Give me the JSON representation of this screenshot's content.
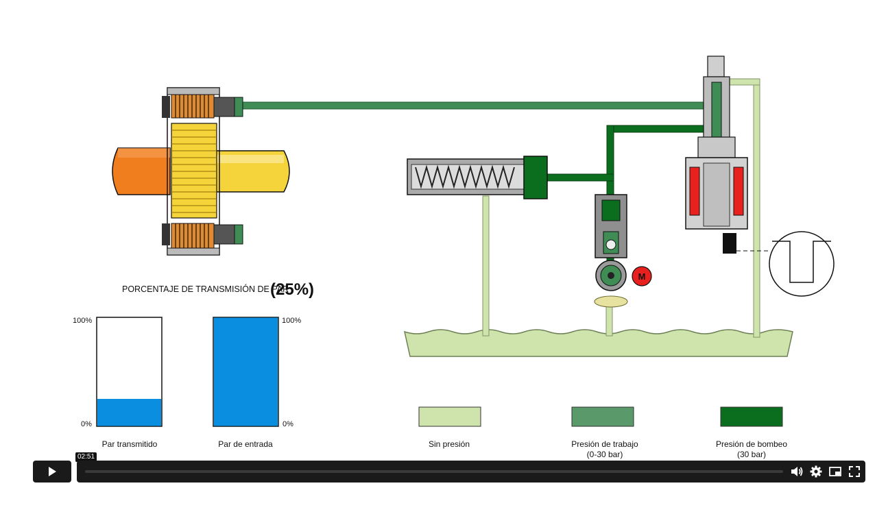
{
  "torque": {
    "heading": "PORCENTAJE DE TRANSMISIÓN DE PAR",
    "percent_label": "(25%)",
    "transmitted_fraction": 0.25,
    "input_fraction": 1.0
  },
  "bars": {
    "left": {
      "top_label": "100%",
      "bottom_label": "0%",
      "caption": "Par transmitido"
    },
    "right": {
      "top_label": "100%",
      "bottom_label": "0%",
      "caption": "Par de entrada"
    }
  },
  "legend": [
    {
      "label": "Sin presión",
      "sublabel": "",
      "color": "#cfe3ad"
    },
    {
      "label": "Presión de trabajo",
      "sublabel": "(0-30 bar)",
      "color": "#5a9a6a"
    },
    {
      "label": "Presión de bombeo",
      "sublabel": "(30 bar)",
      "color": "#0b6e1e"
    }
  ],
  "diagram": {
    "motor_label": "M"
  },
  "colors": {
    "no_pressure": "#cfe3ad",
    "working_pressure": "#3f8d55",
    "pump_pressure": "#0b6e1e",
    "bar_blue": "#0a8fe0",
    "clutch_yellow": "#f5d33a",
    "shaft_orange": "#f07d1e",
    "coil_red": "#e8211e"
  },
  "player": {
    "current_time": "02:51",
    "progress_fraction": 0.0,
    "icons": [
      "play-icon",
      "volume-icon",
      "settings-icon",
      "pip-icon",
      "fullscreen-icon"
    ]
  }
}
